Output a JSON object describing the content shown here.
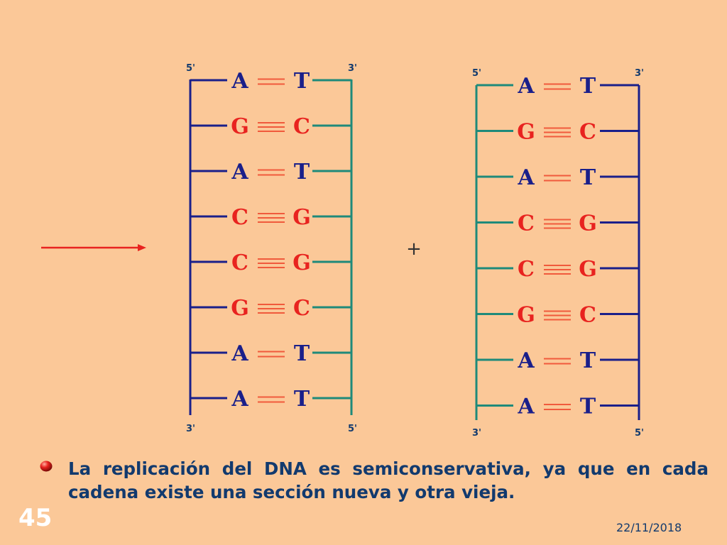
{
  "colors": {
    "background": "#FBC898",
    "navy": "#1A1F8A",
    "teal": "#1E8A7A",
    "red": "#E8231F",
    "bond": "#F05A3C",
    "text_dark": "#123A6E"
  },
  "arrow": {
    "color": "#E8231F"
  },
  "plus_sign": "+",
  "ladders": [
    {
      "left_top_label": "5'",
      "right_top_label": "3'",
      "left_bottom_label": "3'",
      "right_bottom_label": "5'",
      "left_strand_color": "#1A1F8A",
      "right_strand_color": "#1E8A7A",
      "pairs": [
        {
          "left": "A",
          "right": "T",
          "bonds": 2
        },
        {
          "left": "G",
          "right": "C",
          "bonds": 3
        },
        {
          "left": "A",
          "right": "T",
          "bonds": 2
        },
        {
          "left": "C",
          "right": "G",
          "bonds": 3
        },
        {
          "left": "C",
          "right": "G",
          "bonds": 3
        },
        {
          "left": "G",
          "right": "C",
          "bonds": 3
        },
        {
          "left": "A",
          "right": "T",
          "bonds": 2
        },
        {
          "left": "A",
          "right": "T",
          "bonds": 2
        }
      ]
    },
    {
      "left_top_label": "5'",
      "right_top_label": "3'",
      "left_bottom_label": "3'",
      "right_bottom_label": "5'",
      "left_strand_color": "#1E8A7A",
      "right_strand_color": "#1A1F8A",
      "pairs": [
        {
          "left": "A",
          "right": "T",
          "bonds": 2
        },
        {
          "left": "G",
          "right": "C",
          "bonds": 3
        },
        {
          "left": "A",
          "right": "T",
          "bonds": 2
        },
        {
          "left": "C",
          "right": "G",
          "bonds": 3
        },
        {
          "left": "C",
          "right": "G",
          "bonds": 3
        },
        {
          "left": "G",
          "right": "C",
          "bonds": 3
        },
        {
          "left": "A",
          "right": "T",
          "bonds": 2
        },
        {
          "left": "A",
          "right": "T",
          "bonds": 2
        }
      ]
    }
  ],
  "caption": "La replicación del DNA es semiconservativa, ya que en cada cadena existe una sección nueva y otra vieja.",
  "bullet_icon": "red-sphere-bullet-icon",
  "slide_number": "45",
  "date": "22/11/2018"
}
